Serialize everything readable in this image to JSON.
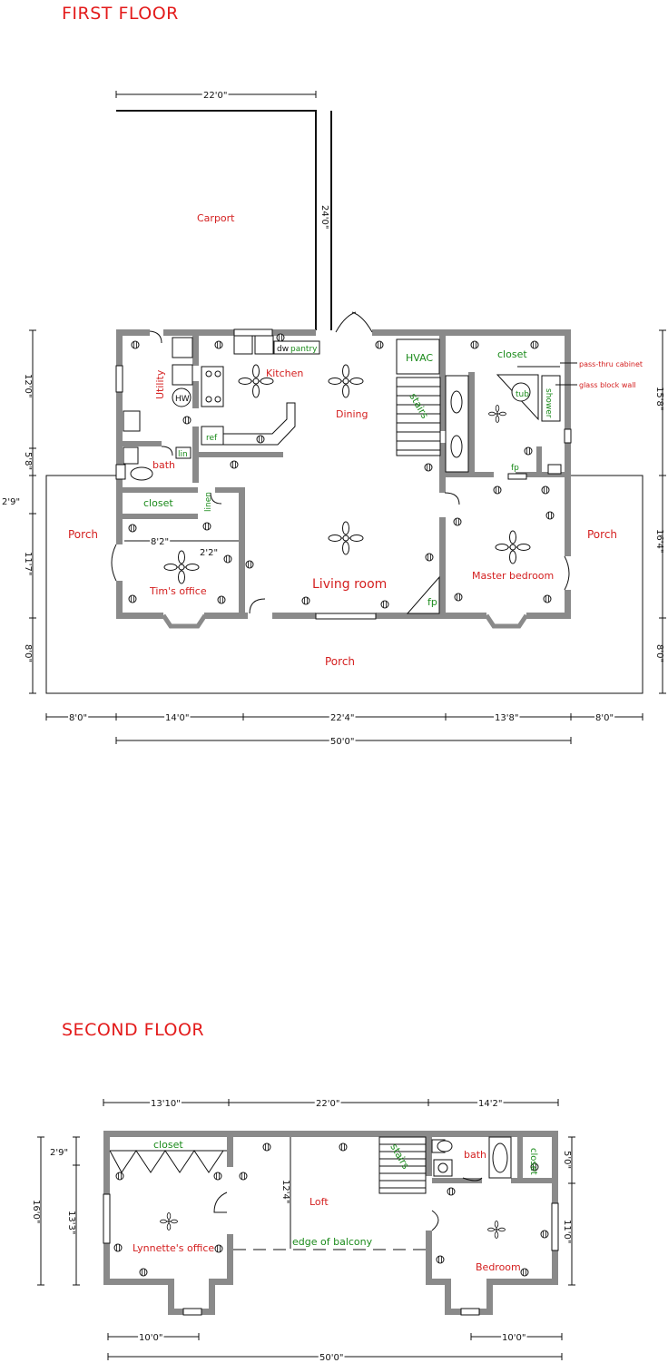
{
  "titles": {
    "first_floor": "FIRST FLOOR",
    "second_floor": "SECOND FLOOR"
  },
  "first_floor": {
    "rooms": {
      "carport": "Carport",
      "utility": "Utility",
      "kitchen": "Kitchen",
      "dining": "Dining",
      "hvac": "HVAC",
      "stairs": "stairs",
      "closet": "closet",
      "tub": "tub",
      "shower": "shower",
      "bath": "bath",
      "lin": "lin",
      "linen": "linen",
      "office_closet": "closet",
      "porch_left": "Porch",
      "porch_right": "Porch",
      "porch_bottom": "Porch",
      "tims_office": "Tim's office",
      "living_room": "Living room",
      "master_bedroom": "Master bedroom",
      "fp_living": "fp",
      "fp_master": "fp",
      "hw": "HW",
      "dw": "dw",
      "pantry": "pantry",
      "ref": "ref"
    },
    "callouts": {
      "pass_thru": "pass-thru cabinet",
      "glass_block": "glass block wall"
    },
    "dims": {
      "carport_width": "22'0\"",
      "carport_depth": "24'0\"",
      "left_12": "12'0\"",
      "left_5_8": "5'8\"",
      "left_2_9": "2'9\"",
      "left_11_7": "11'7\"",
      "left_8": "8'0\"",
      "right_15_8": "15'8\"",
      "right_16_4": "16'4\"",
      "right_8": "8'0\"",
      "office_8_2": "8'2\"",
      "office_2_2": "2'2\"",
      "bottom_8a": "8'0\"",
      "bottom_14": "14'0\"",
      "bottom_22_4": "22'4\"",
      "bottom_13_8": "13'8\"",
      "bottom_8b": "8'0\"",
      "overall": "50'0\""
    }
  },
  "second_floor": {
    "rooms": {
      "closet_left": "closet",
      "loft": "Loft",
      "edge_of_balcony": "edge of balcony",
      "lynnettes_office": "Lynnette's office",
      "stairs": "stairs",
      "bath": "bath",
      "closet_right": "closet",
      "bedroom": "Bedroom"
    },
    "dims": {
      "top_13_10": "13'10\"",
      "top_22": "22'0\"",
      "top_14_2": "14'2\"",
      "left_2_9": "2'9\"",
      "left_16": "16'0\"",
      "left_13_3": "13'3\"",
      "loft_12_4": "12'4\"",
      "right_5": "5'0\"",
      "right_11": "11'0\"",
      "bottom_10a": "10'0\"",
      "bottom_10b": "10'0\"",
      "overall": "50'0\""
    }
  }
}
